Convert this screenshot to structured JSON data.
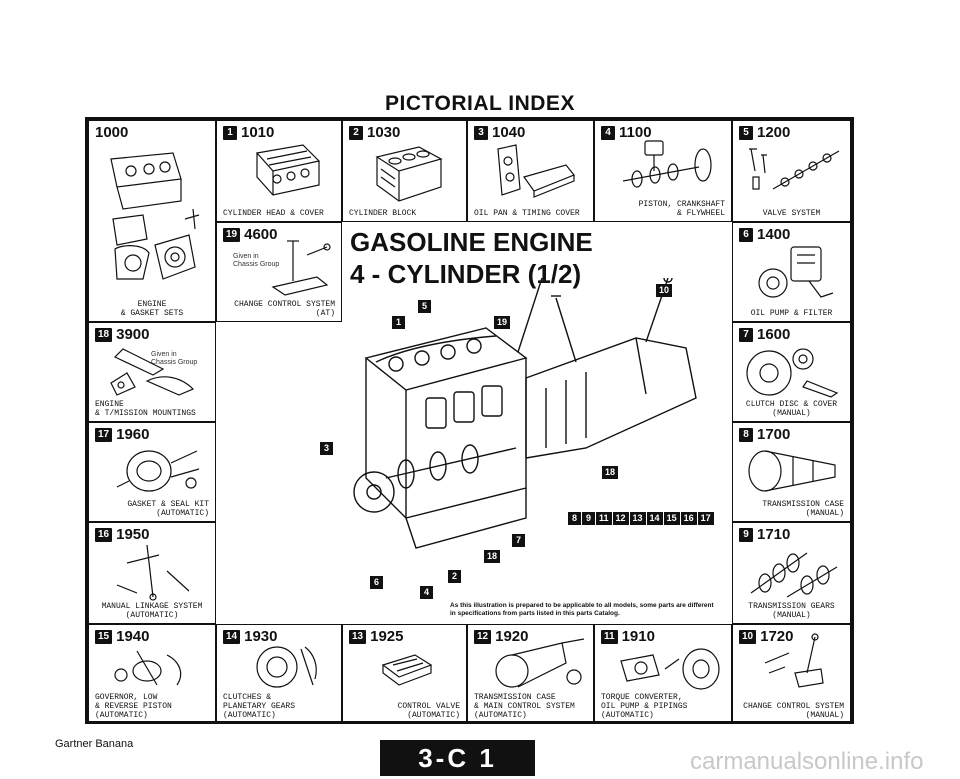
{
  "title": "PICTORIAL INDEX",
  "cells": {
    "c1000": {
      "code": "1000",
      "badge": "",
      "caption": "ENGINE\n& GASKET SETS",
      "note": ""
    },
    "c1010": {
      "code": "1010",
      "badge": "1",
      "caption": "CYLINDER HEAD & COVER",
      "note": ""
    },
    "c1030": {
      "code": "1030",
      "badge": "2",
      "caption": "CYLINDER BLOCK",
      "note": ""
    },
    "c1040": {
      "code": "1040",
      "badge": "3",
      "caption": "OIL PAN & TIMING COVER",
      "note": ""
    },
    "c1100": {
      "code": "1100",
      "badge": "4",
      "caption": "PISTON, CRANKSHAFT\n& FLYWHEEL",
      "note": ""
    },
    "c1200": {
      "code": "1200",
      "badge": "5",
      "caption": "VALVE SYSTEM",
      "note": ""
    },
    "c4600": {
      "code": "4600",
      "badge": "19",
      "caption": "CHANGE CONTROL SYSTEM\n(AT)",
      "note": "Given in\nChassis Group"
    },
    "c1400": {
      "code": "1400",
      "badge": "6",
      "caption": "OIL PUMP & FILTER",
      "note": ""
    },
    "c3900": {
      "code": "3900",
      "badge": "18",
      "caption": "ENGINE\n& T/MISSION MOUNTINGS",
      "note": "Given in\nChassis Group"
    },
    "c1600": {
      "code": "1600",
      "badge": "7",
      "caption": "CLUTCH DISC & COVER\n(MANUAL)",
      "note": ""
    },
    "c1960": {
      "code": "1960",
      "badge": "17",
      "caption": "GASKET & SEAL KIT\n(AUTOMATIC)",
      "note": ""
    },
    "c1700": {
      "code": "1700",
      "badge": "8",
      "caption": "TRANSMISSION CASE\n(MANUAL)",
      "note": ""
    },
    "c1950": {
      "code": "1950",
      "badge": "16",
      "caption": "MANUAL LINKAGE SYSTEM\n(AUTOMATIC)",
      "note": ""
    },
    "c1710": {
      "code": "1710",
      "badge": "9",
      "caption": "TRANSMISSION GEARS\n(MANUAL)",
      "note": ""
    },
    "c1940": {
      "code": "1940",
      "badge": "15",
      "caption": "GOVERNOR, LOW\n& REVERSE PISTON\n(AUTOMATIC)",
      "note": ""
    },
    "c1930": {
      "code": "1930",
      "badge": "14",
      "caption": "CLUTCHES &\nPLANETARY GEARS\n(AUTOMATIC)",
      "note": ""
    },
    "c1925": {
      "code": "1925",
      "badge": "13",
      "caption": "CONTROL VALVE\n(AUTOMATIC)",
      "note": ""
    },
    "c1920": {
      "code": "1920",
      "badge": "12",
      "caption": "TRANSMISSION CASE\n& MAIN CONTROL SYSTEM\n(AUTOMATIC)",
      "note": ""
    },
    "c1910": {
      "code": "1910",
      "badge": "11",
      "caption": "TORQUE CONVERTER,\nOIL PUMP & PIPINGS\n(AUTOMATIC)",
      "note": ""
    },
    "c1720": {
      "code": "1720",
      "badge": "10",
      "caption": "CHANGE CONTROL SYSTEM\n(MANUAL)",
      "note": ""
    }
  },
  "center": {
    "title1": "GASOLINE ENGINE",
    "title2": "4 - CYLINDER (1/2)",
    "callouts": {
      "k1": "1",
      "k5": "5",
      "k19": "19",
      "k10": "10",
      "k3": "3",
      "k18a": "18",
      "k7": "7",
      "k18b": "18",
      "k6": "6",
      "k2": "2",
      "k4": "4"
    },
    "row": [
      "8",
      "9",
      "11",
      "12",
      "13",
      "14",
      "15",
      "16",
      "17"
    ],
    "disclaimer": "As this illustration is prepared to be applicable to all models, some parts are different\nin specifications from parts listed in this parts Catalog."
  },
  "footer": {
    "brand": "Gartner Banana",
    "page": "3-C 1",
    "watermark": "carmanualsonline.info"
  }
}
